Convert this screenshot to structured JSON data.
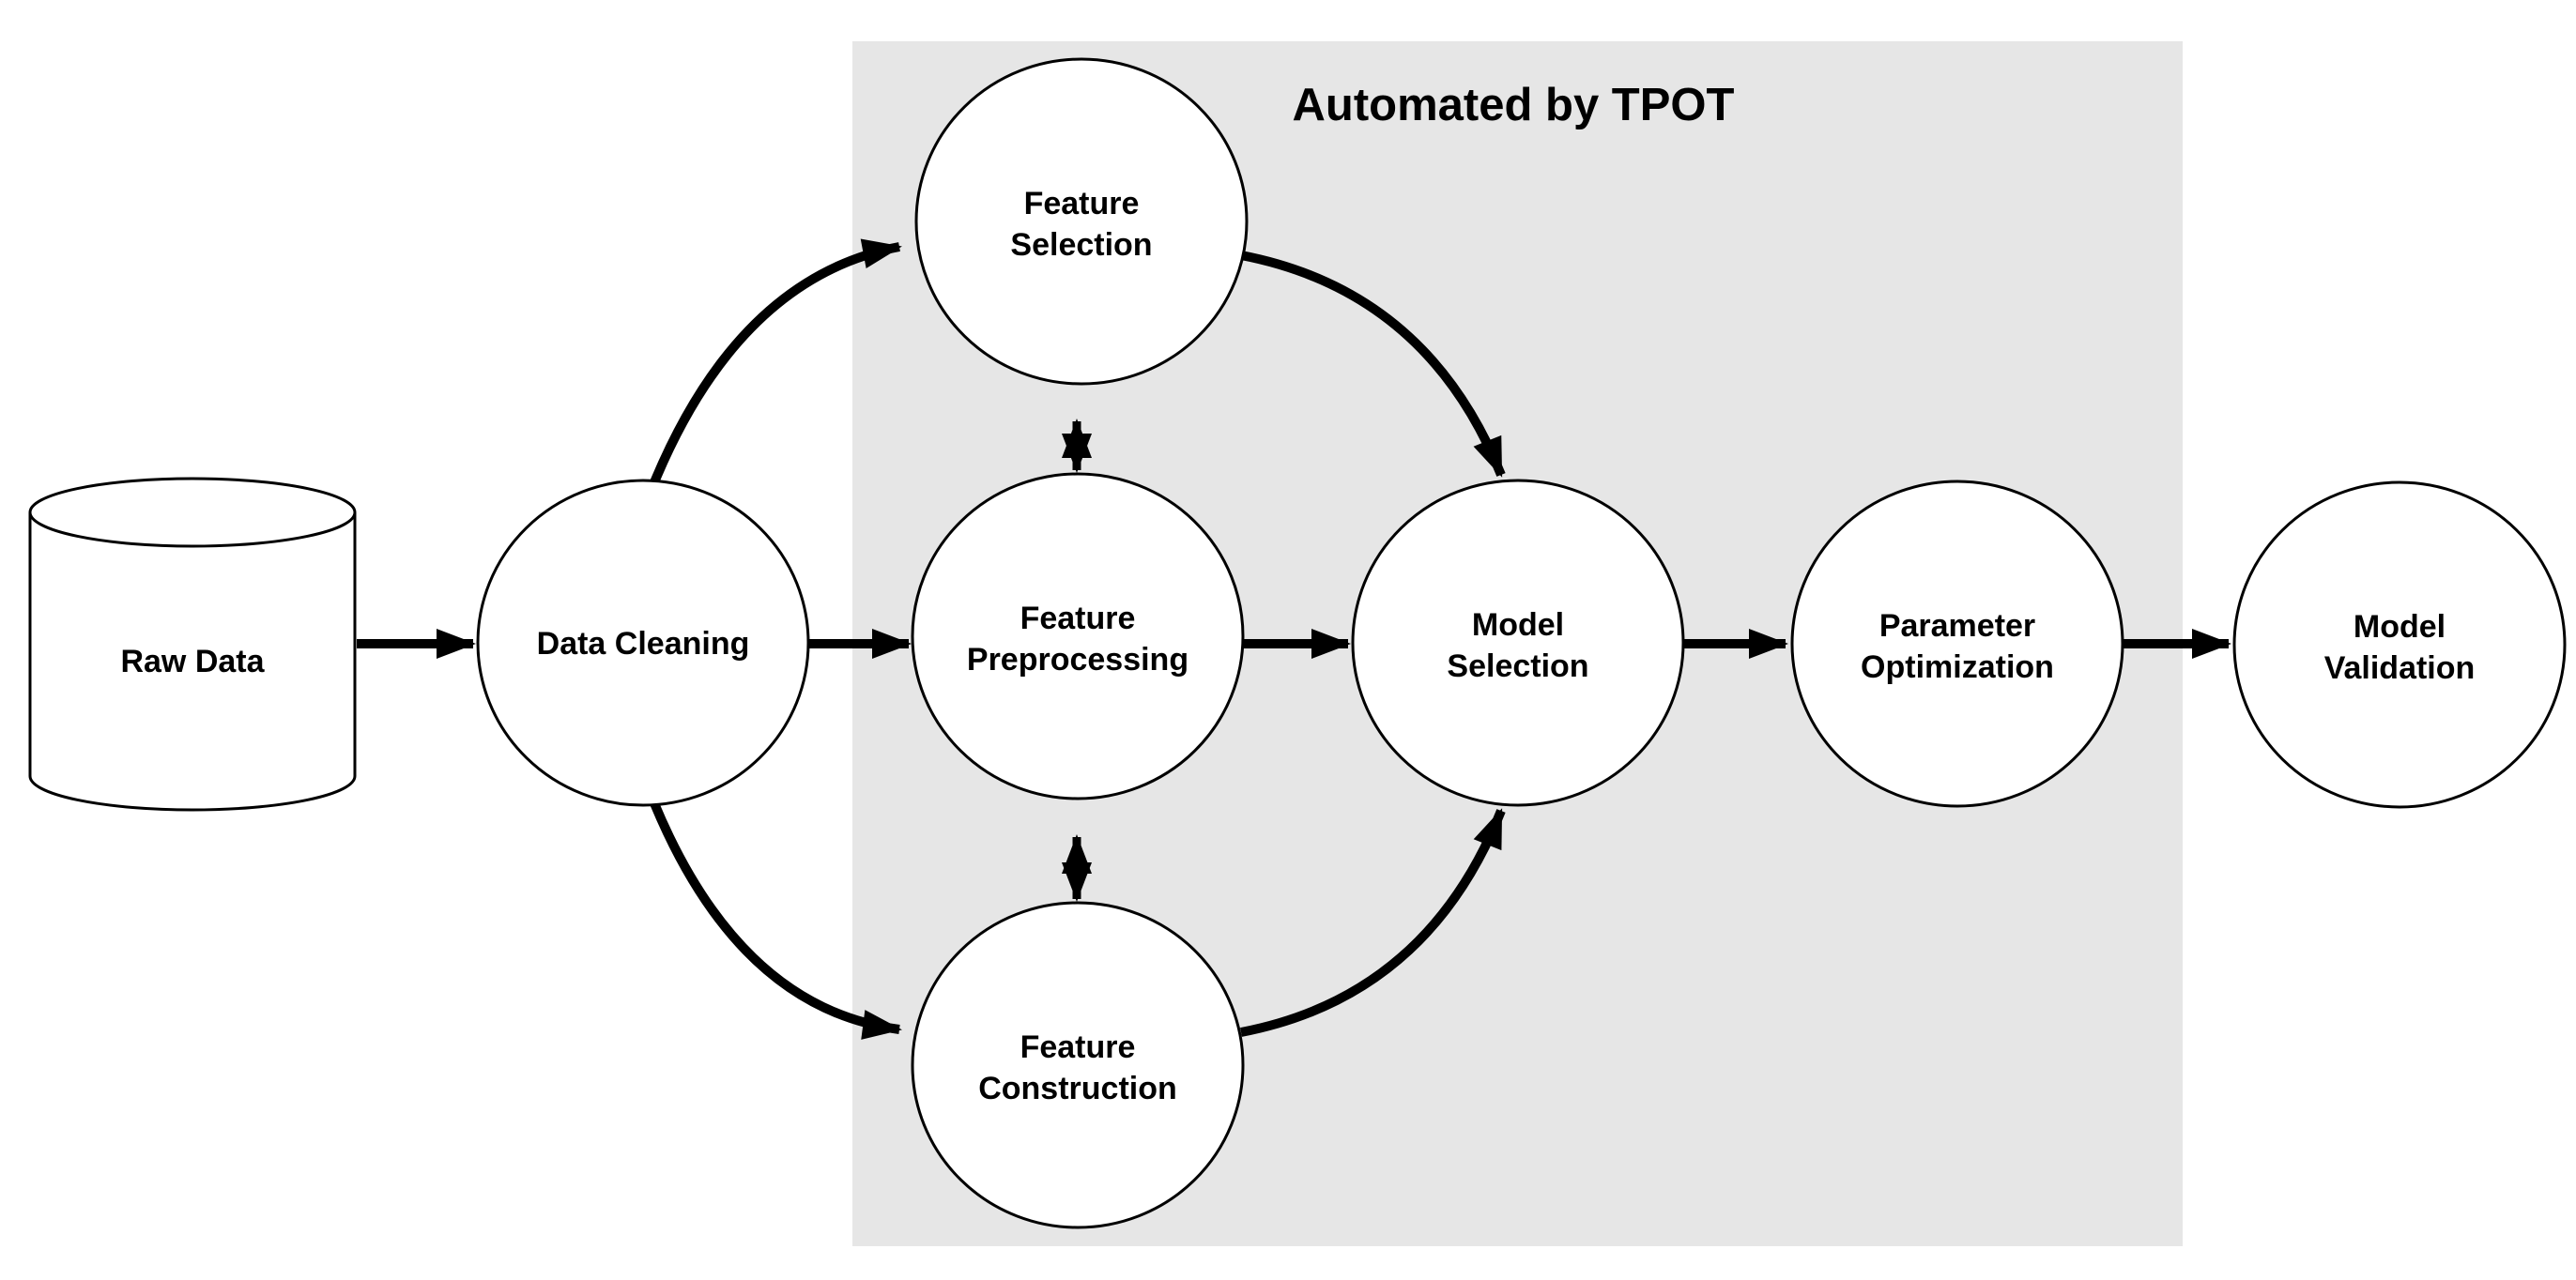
{
  "diagram": {
    "title": "Automated by TPOT",
    "colors": {
      "background": "#ffffff",
      "region_fill": "#e6e6e6",
      "node_fill": "#ffffff",
      "stroke": "#000000"
    },
    "nodes": [
      {
        "id": "raw-data",
        "shape": "cylinder",
        "icon": "database-icon",
        "in_tpot_region": false,
        "lines": [
          "Raw Data"
        ]
      },
      {
        "id": "data-cleaning",
        "shape": "circle",
        "in_tpot_region": false,
        "lines": [
          "Data Cleaning"
        ]
      },
      {
        "id": "feature-selection",
        "shape": "circle",
        "in_tpot_region": true,
        "lines": [
          "Feature",
          "Selection"
        ]
      },
      {
        "id": "feature-preprocessing",
        "shape": "circle",
        "in_tpot_region": true,
        "lines": [
          "Feature",
          "Preprocessing"
        ]
      },
      {
        "id": "feature-construction",
        "shape": "circle",
        "in_tpot_region": true,
        "lines": [
          "Feature",
          "Construction"
        ]
      },
      {
        "id": "model-selection",
        "shape": "circle",
        "in_tpot_region": true,
        "lines": [
          "Model",
          "Selection"
        ]
      },
      {
        "id": "parameter-optimization",
        "shape": "circle",
        "in_tpot_region": true,
        "lines": [
          "Parameter",
          "Optimization"
        ]
      },
      {
        "id": "model-validation",
        "shape": "circle",
        "in_tpot_region": false,
        "lines": [
          "Model",
          "Validation"
        ]
      }
    ],
    "edges": [
      {
        "from": "raw-data",
        "to": "data-cleaning",
        "style": "straight",
        "bidirectional": false
      },
      {
        "from": "data-cleaning",
        "to": "feature-selection",
        "style": "curved",
        "bidirectional": false
      },
      {
        "from": "data-cleaning",
        "to": "feature-preprocessing",
        "style": "straight",
        "bidirectional": false
      },
      {
        "from": "data-cleaning",
        "to": "feature-construction",
        "style": "curved",
        "bidirectional": false
      },
      {
        "from": "feature-selection",
        "to": "feature-preprocessing",
        "style": "straight",
        "bidirectional": true
      },
      {
        "from": "feature-preprocessing",
        "to": "feature-construction",
        "style": "straight",
        "bidirectional": true
      },
      {
        "from": "feature-selection",
        "to": "model-selection",
        "style": "curved",
        "bidirectional": false
      },
      {
        "from": "feature-preprocessing",
        "to": "model-selection",
        "style": "straight",
        "bidirectional": false
      },
      {
        "from": "feature-construction",
        "to": "model-selection",
        "style": "curved",
        "bidirectional": false
      },
      {
        "from": "model-selection",
        "to": "parameter-optimization",
        "style": "straight",
        "bidirectional": false
      },
      {
        "from": "parameter-optimization",
        "to": "model-validation",
        "style": "straight",
        "bidirectional": false
      }
    ]
  }
}
